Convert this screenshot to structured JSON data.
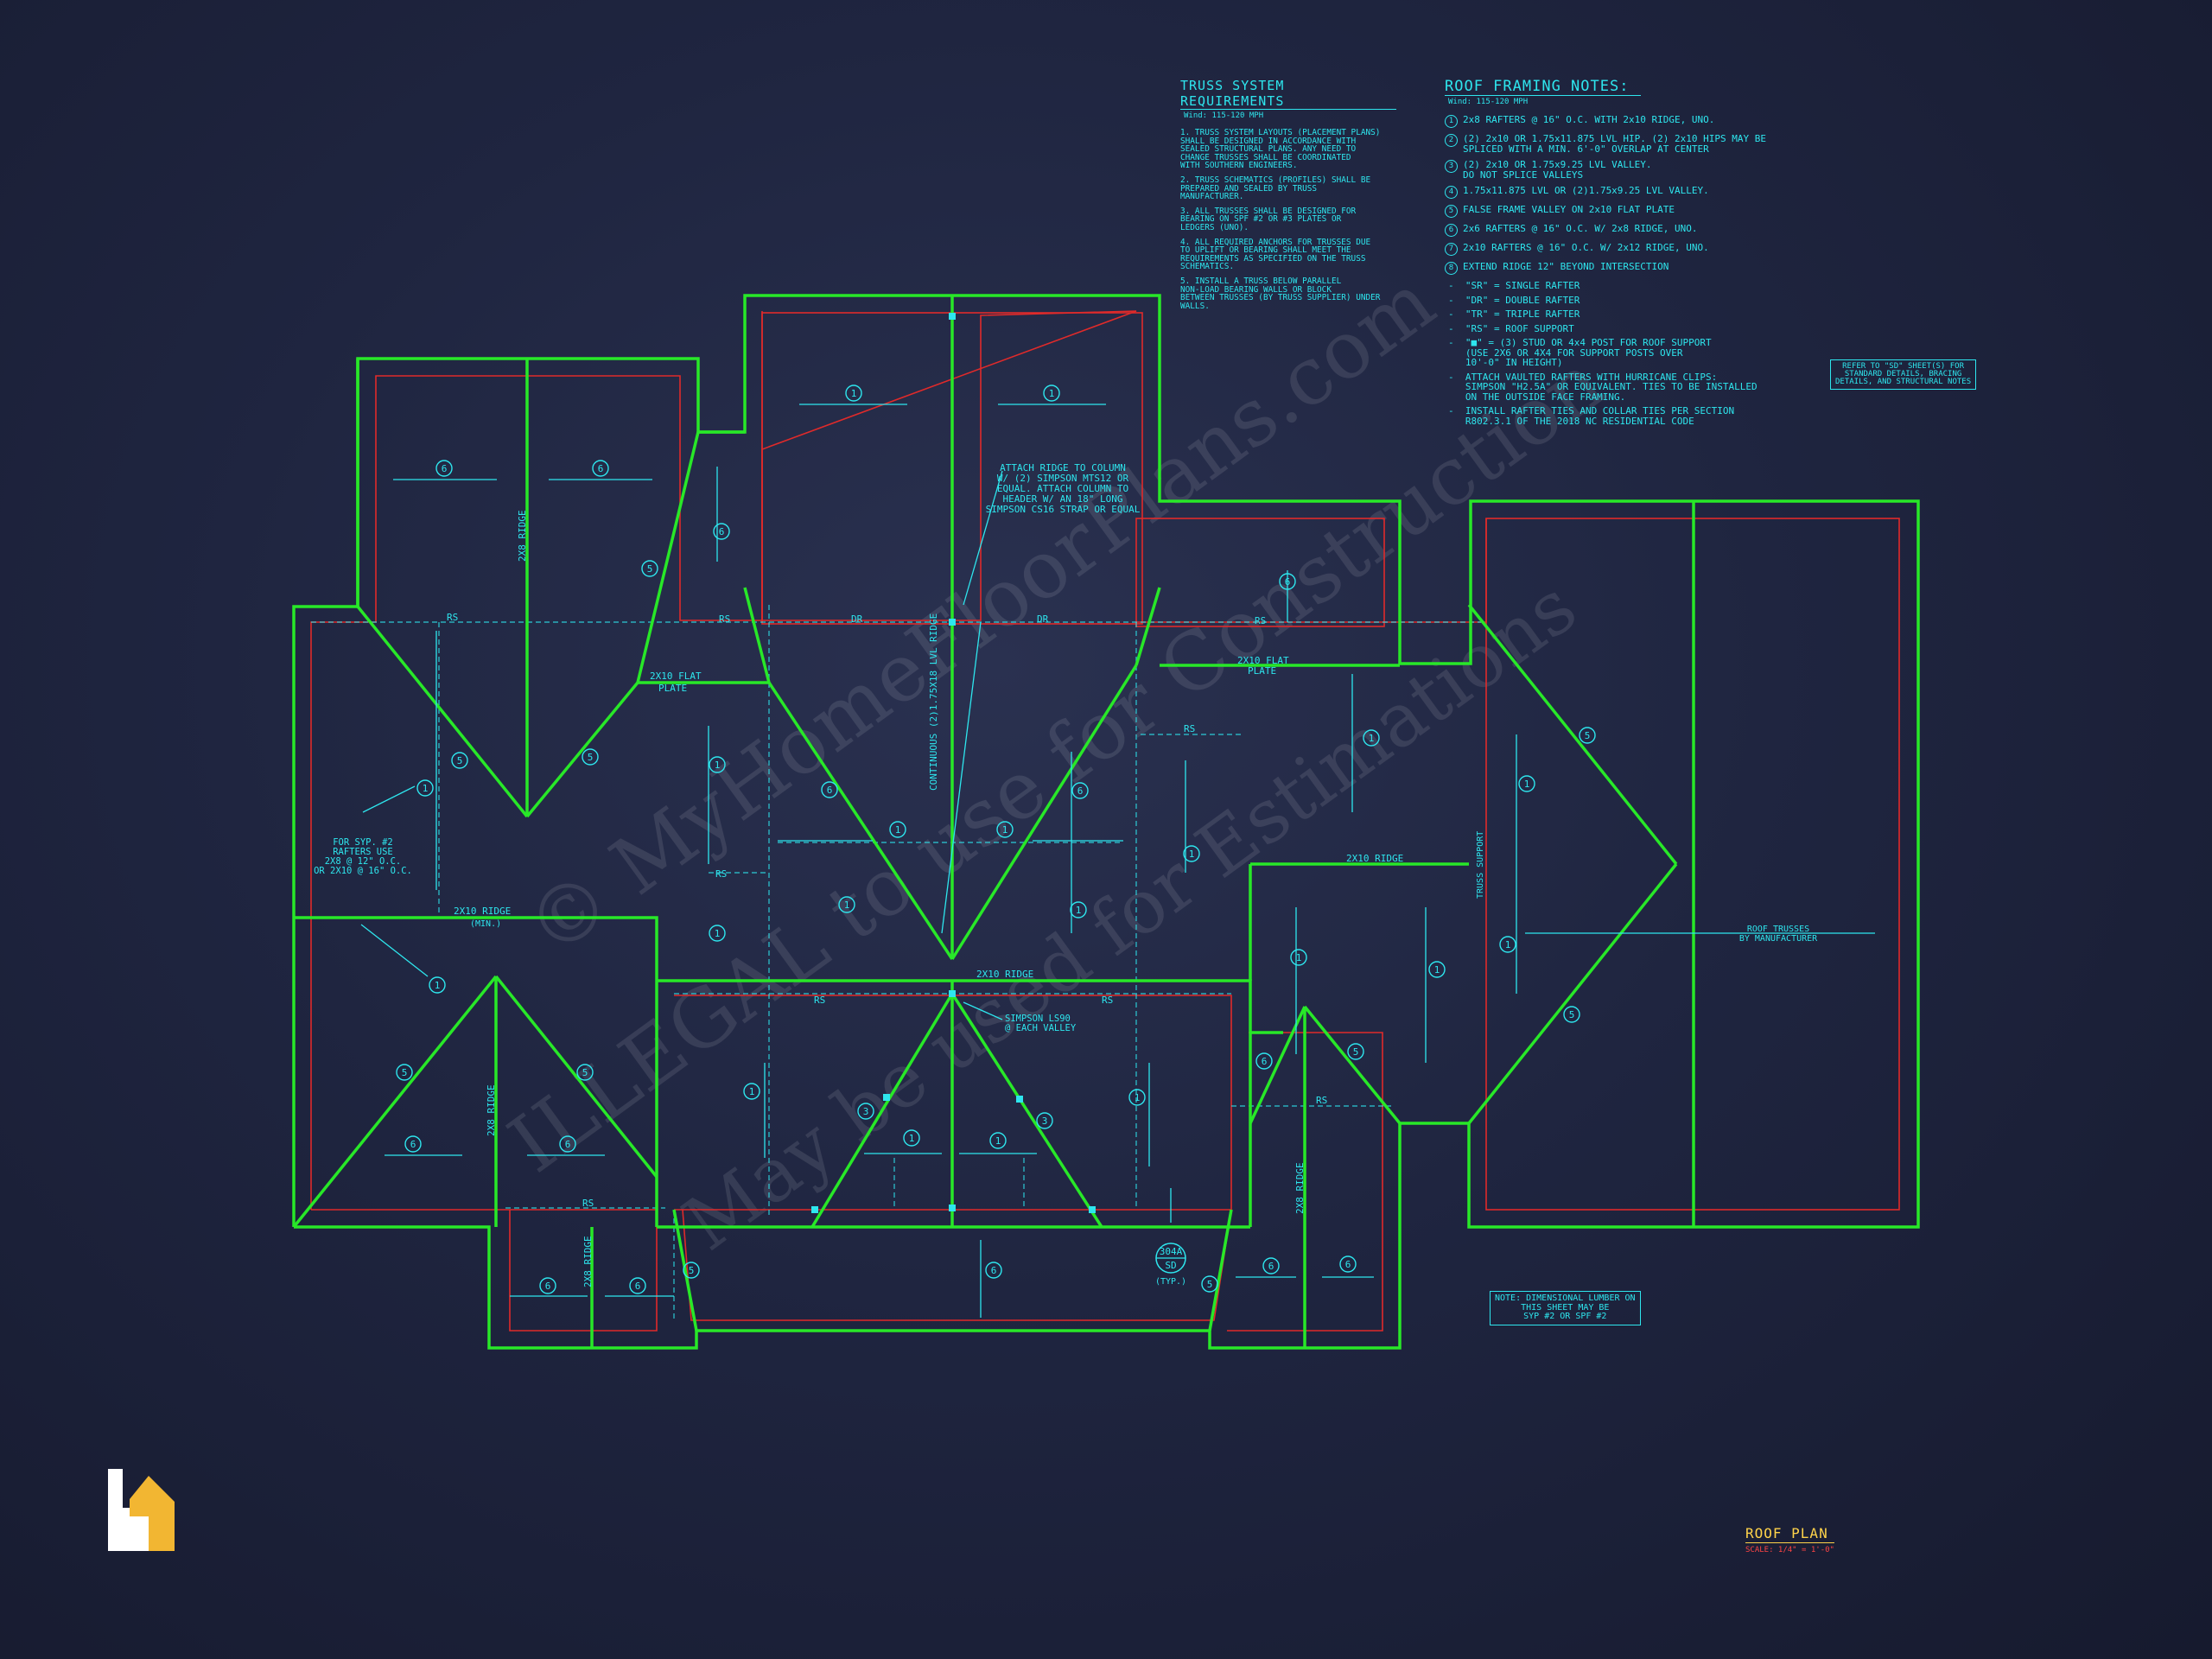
{
  "truss_notes": {
    "title": "TRUSS SYSTEM REQUIREMENTS",
    "subtitle": "Wind: 115-120 MPH",
    "items": [
      "1. TRUSS SYSTEM LAYOUTS (PLACEMENT PLANS)\nSHALL BE DESIGNED IN ACCORDANCE WITH\nSEALED STRUCTURAL PLANS. ANY NEED TO\nCHANGE TRUSSES SHALL BE COORDINATED\nWITH SOUTHERN ENGINEERS.",
      "2. TRUSS SCHEMATICS (PROFILES) SHALL BE\nPREPARED AND SEALED BY TRUSS\nMANUFACTURER.",
      "3. ALL TRUSSES SHALL BE DESIGNED FOR\nBEARING ON SPF #2 OR #3 PLATES OR\nLEDGERS (UNO).",
      "4. ALL REQUIRED ANCHORS FOR TRUSSES DUE\nTO UPLIFT OR BEARING SHALL MEET THE\nREQUIREMENTS AS SPECIFIED ON THE TRUSS\nSCHEMATICS.",
      "5. INSTALL A TRUSS BELOW PARALLEL\nNON-LOAD BEARING WALLS OR BLOCK\nBETWEEN TRUSSES (BY TRUSS SUPPLIER) UNDER\nWALLS."
    ]
  },
  "roof_notes": {
    "title": "ROOF FRAMING NOTES:",
    "subtitle": "Wind: 115-120 MPH",
    "numbered": [
      {
        "n": "1",
        "t": "2x8 RAFTERS @ 16\" O.C. WITH 2x10 RIDGE, UNO."
      },
      {
        "n": "2",
        "t": "(2) 2x10 OR 1.75x11.875 LVL HIP. (2) 2x10 HIPS MAY BE\nSPLICED WITH A MIN. 6'-0\" OVERLAP AT CENTER"
      },
      {
        "n": "3",
        "t": "(2) 2x10 OR 1.75x9.25 LVL VALLEY.\nDO NOT SPLICE VALLEYS"
      },
      {
        "n": "4",
        "t": "1.75x11.875 LVL OR (2)1.75x9.25 LVL VALLEY."
      },
      {
        "n": "5",
        "t": "FALSE FRAME VALLEY ON 2x10 FLAT PLATE"
      },
      {
        "n": "6",
        "t": "2x6 RAFTERS @ 16\" O.C. W/ 2x8 RIDGE, UNO."
      },
      {
        "n": "7",
        "t": "2x10 RAFTERS @ 16\" O.C. W/ 2x12 RIDGE, UNO."
      },
      {
        "n": "8",
        "t": "EXTEND RIDGE 12\" BEYOND INTERSECTION"
      }
    ],
    "dashed": [
      "-  \"SR\" = SINGLE RAFTER",
      "-  \"DR\" = DOUBLE RAFTER",
      "-  \"TR\" = TRIPLE RAFTER",
      "-  \"RS\" = ROOF SUPPORT",
      "-  \"■\" = (3) STUD OR 4x4 POST FOR ROOF SUPPORT\n   (USE 2X6 OR 4X4 FOR SUPPORT POSTS OVER\n   10'-0\" IN HEIGHT)",
      "-  ATTACH VAULTED RAFTERS WITH HURRICANE CLIPS:\n   SIMPSON \"H2.5A\" OR EQUIVALENT. TIES TO BE INSTALLED\n   ON THE OUTSIDE FACE FRAMING.",
      "-  INSTALL RAFTER TIES AND COLLAR TIES PER SECTION\n   R802.3.1 OF THE 2018 NC RESIDENTIAL CODE"
    ]
  },
  "refer_note": "REFER TO \"SD\" SHEET(S) FOR\nSTANDARD DETAILS, BRACING\nDETAILS, AND STRUCTURAL NOTES",
  "lumber_note": "NOTE: DIMENSIONAL LUMBER ON\nTHIS SHEET MAY BE\nSYP #2 OR SPF #2",
  "title_block": {
    "title": "ROOF PLAN",
    "scale": "SCALE: 1/4\" = 1'-0\""
  },
  "watermark": {
    "line1": "© MyHomeFloorPlans.com",
    "line2": "ILLEGAL to use for Construction",
    "line3": "May be used for Estimations"
  },
  "plan_labels": {
    "ridge_2x8_left": "2X8 RIDGE",
    "ridge_2x8_bl": "2X8 RIDGE",
    "ridge_2x8_bot": "2X8 RIDGE",
    "ridge_2x8_br": "2X8 RIDGE",
    "ridge_2x10_min": "2X10 RIDGE",
    "ridge_2x10_min_sub": "(MIN.)",
    "ridge_2x10_center": "2X10 RIDGE",
    "ridge_2x10_right": "2X10 RIDGE",
    "flat_plate_left_1": "2X10 FLAT",
    "flat_plate_left_2": "PLATE",
    "flat_plate_right_1": "2X10 FLAT",
    "flat_plate_right_2": "PLATE",
    "lvl_ridge": "CONTINUOUS (2)1.75X18 LVL RIDGE",
    "attach_note": "ATTACH RIDGE TO COLUMN\nW/ (2) SIMPSON MTS12 OR\nEQUAL. ATTACH COLUMN TO\nHEADER W/ AN 18\" LONG\nSIMPSON CS16 STRAP OR EQUAL",
    "syp_note": "FOR SYP. #2\nRAFTERS USE\n2X8 @ 12\" O.C.\nOR 2X10 @ 16\" O.C.",
    "simpson_note": "SIMPSON LS90\n@ EACH VALLEY",
    "truss_support": "TRUSS SUPPORT",
    "roof_trusses": "ROOF TRUSSES\nBY MANUFACTURER",
    "section_tag_top": "304A",
    "section_tag_bot": "SD",
    "section_tag_typ": "(TYP.)",
    "rs": "RS",
    "dr": "DR"
  },
  "colors": {
    "wall": "#28e828",
    "eave": "#e02a2a",
    "annotation": "#2ee6ee",
    "title": "#ffd34a",
    "background": "#1f2540",
    "logo_white": "#ffffff",
    "logo_gold": "#f2b632"
  }
}
